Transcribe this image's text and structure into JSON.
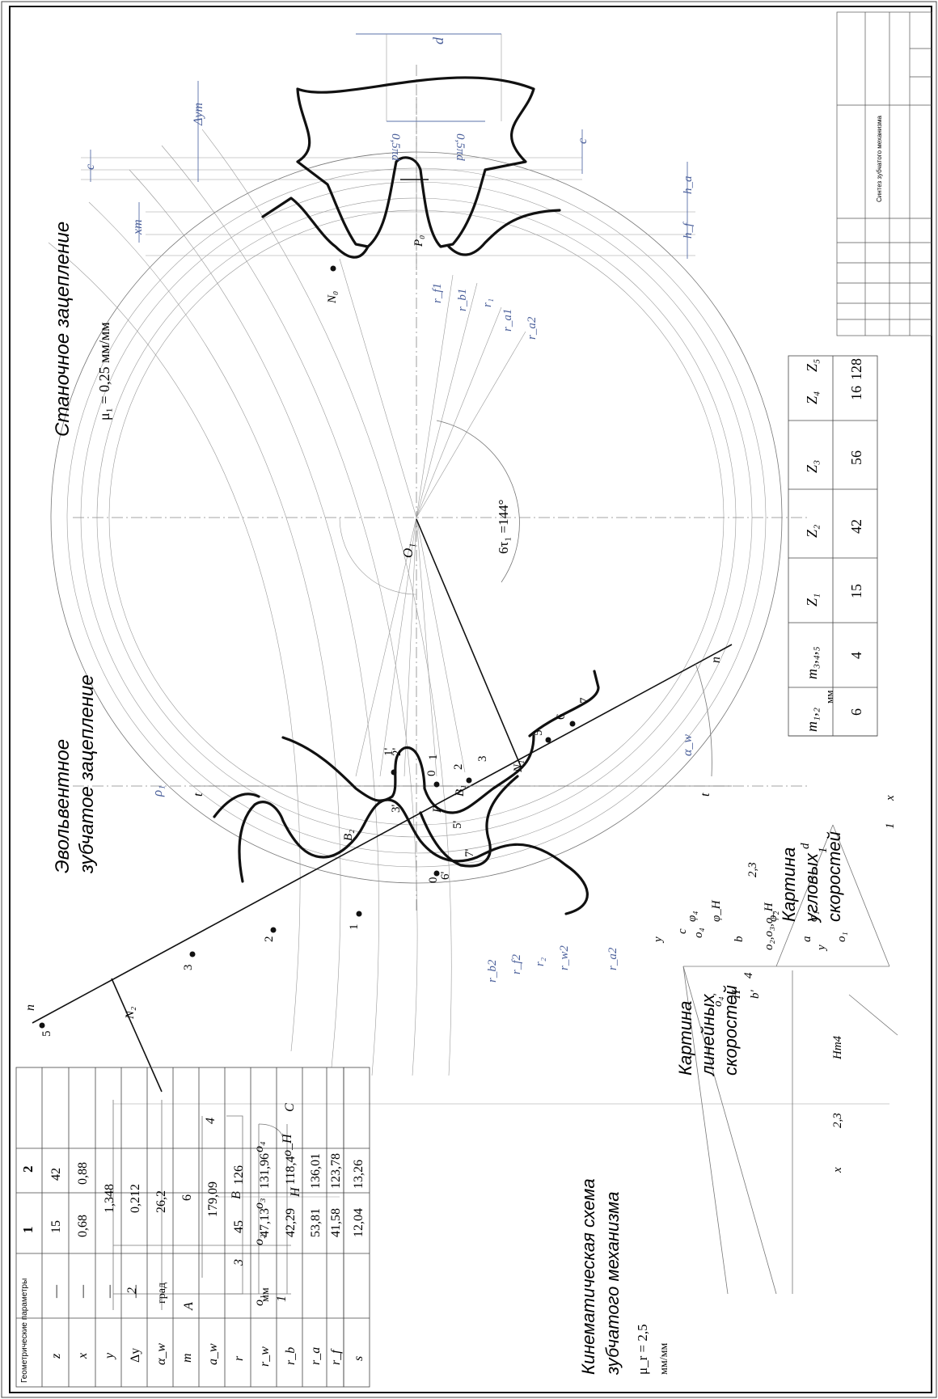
{
  "headings": {
    "machining": "Станочное зацепление",
    "machining_scale": "μ₁ = 0,25  мм/мм",
    "involute_line1": "Эвольвентное",
    "involute_line2": "зубчатое зацепление",
    "kin_line1": "Кинематическая схема",
    "kin_line2": "зубчатого механизма",
    "kin_scale_value": "μ_r = 2,5",
    "kin_scale_unit": "мм/мм",
    "lin_line1": "Картина",
    "lin_line2": "линейных",
    "lin_line3": "скоростей",
    "ang_line1": "Картина",
    "ang_line2": "угловых",
    "ang_line3": "скоростей"
  },
  "angle_label": "6τ₁ =144°",
  "params_table": {
    "header": [
      "Геометрические параметры",
      "",
      "1",
      "2"
    ],
    "rows": [
      {
        "sym": "z",
        "unit": "—",
        "v1": "15",
        "v2": "42"
      },
      {
        "sym": "x",
        "unit": "—",
        "v1": "0,68",
        "v2": "0,88"
      },
      {
        "sym": "y",
        "unit": "—",
        "v12": "1,348"
      },
      {
        "sym": "Δy",
        "unit": "—",
        "v12": "0,212"
      },
      {
        "sym": "α_w",
        "unit": "град",
        "v12": "26,2"
      },
      {
        "sym": "m",
        "unit": "",
        "v12": "6"
      },
      {
        "sym": "a_w",
        "unit": "",
        "v12": "179,09"
      },
      {
        "sym": "r",
        "unit": "",
        "v1": "45",
        "v2": "126"
      },
      {
        "sym": "r_w",
        "unit": "мм",
        "v1": "47,13",
        "v2": "131,96"
      },
      {
        "sym": "r_b",
        "unit": "",
        "v1": "42,29",
        "v2": "118,4"
      },
      {
        "sym": "r_a",
        "unit": "",
        "v1": "53,81",
        "v2": "136,01"
      },
      {
        "sym": "r_f",
        "unit": "",
        "v1": "41,58",
        "v2": "123,78"
      },
      {
        "sym": "s",
        "unit": "",
        "v1": "12,04",
        "v2": "13,26"
      }
    ]
  },
  "module_table": {
    "headers": [
      "m₁,₂",
      "m₃,₄,₅",
      "Z₁",
      "Z₂",
      "Z₃",
      "Z₄",
      "Z₅"
    ],
    "unit": "мм",
    "values": [
      "6",
      "4",
      "15",
      "42",
      "56",
      "16",
      "128"
    ]
  },
  "labels": {
    "d": "d",
    "delta_ym": "Δym",
    "xm": "xm",
    "c_top": "c",
    "c_right": "c",
    "ha": "h_a",
    "hf": "h_f",
    "half_pitch": "0,5πd",
    "P0": "P₀",
    "N0": "N₀",
    "O1": "O₁",
    "N1": "N₁",
    "N2": "N₂",
    "P": "P",
    "B1": "B₁",
    "B2": "B₂",
    "rho1": "ρ₁",
    "t_top": "t",
    "t_bottom": "t",
    "n_top": "n",
    "n_bottom": "n",
    "alpha_w": "α_w",
    "rf1": "r_f1",
    "rb1": "r_b1",
    "r1": "r₁",
    "ra1": "r_a1",
    "ra2": "r_a2",
    "rb2": "r_b2",
    "rf2": "r_f2",
    "r2": "r₂",
    "rw2": "r_w2",
    "p0": "0",
    "p1": "1",
    "p2": "2",
    "p3": "3",
    "p5": "5",
    "p6": "6",
    "p7": "7",
    "q0": "0",
    "q1": "1",
    "q2": "2",
    "q3": "3",
    "q5": "5",
    "pr1": "1'",
    "pr2": "2'",
    "pr3": "3'",
    "pr5": "5'",
    "pr6": "6'",
    "pr7": "7'",
    "kA": "A",
    "kB": "B",
    "kC": "C",
    "kH": "H",
    "k1": "1",
    "k2": "2",
    "k3": "3",
    "k4": "4",
    "ko1": "o₁",
    "ko2": "o₂",
    "ko3": "o₃",
    "ko4": "o₄",
    "koH": "o_H",
    "vy": "y",
    "vc": "c",
    "vo4": "o₄",
    "vo4p": "o₄'",
    "vb": "b",
    "vbp": "b'",
    "vH": "H",
    "v4": "4",
    "vphi4": "φ₄",
    "vphiH": "φ_H",
    "vphi2": "φ₂",
    "vphi1": "φ₁",
    "vo235": "o₂,o₃,o_H",
    "v23": "2,3",
    "va": "a",
    "vd": "d",
    "v1": "1",
    "vo1": "o₁",
    "ax_y": "y",
    "ax_x": "x",
    "ax_x2": "x",
    "ax_Hm4": "Hm4",
    "ax_23": "2,3",
    "ax_1": "1"
  },
  "stamp": {
    "title": "Синтез зубчатого механизма"
  }
}
